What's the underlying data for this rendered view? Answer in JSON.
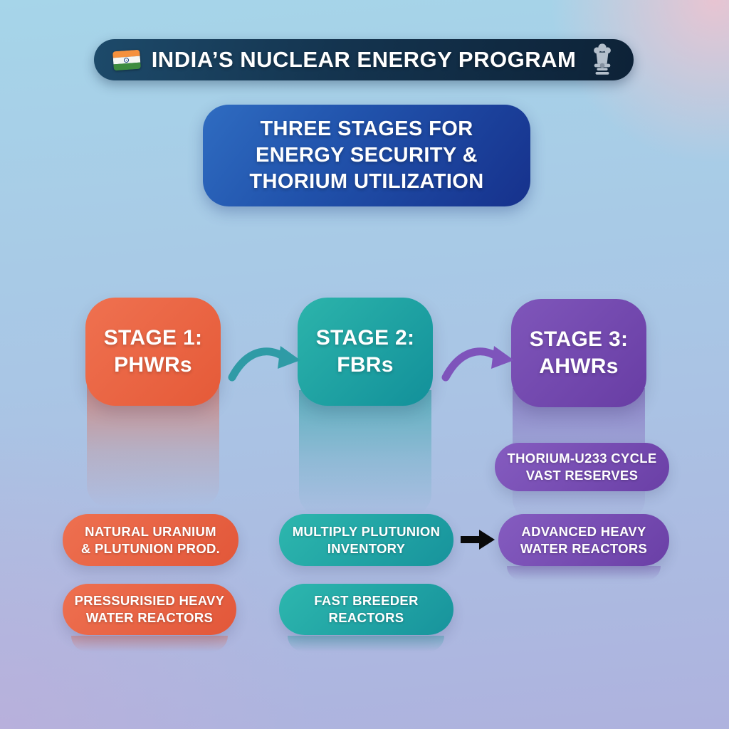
{
  "header": {
    "title": "INDIA’S NUCLEAR ENERGY PROGRAM",
    "flag_icon": "india-flag-icon",
    "emblem_icon": "ashoka-emblem-icon"
  },
  "banner": {
    "line1": "THREE STAGES FOR",
    "line2": "ENERGY SECURITY &",
    "line3": "THORIUM UTILIZATION"
  },
  "stages": [
    {
      "label": "STAGE 1:",
      "name": "PHWRs",
      "color": "#e8613c"
    },
    {
      "label": "STAGE 2:",
      "name": "FBRs",
      "color": "#1b9e9e"
    },
    {
      "label": "STAGE 3:",
      "name": "AHWRs",
      "color": "#7348ae"
    }
  ],
  "pills": {
    "thorium": {
      "line1": "THORIUM-U233 CYCLE",
      "line2": "VAST RESERVES"
    },
    "natural": {
      "line1": "NATURAL URANIUM",
      "line2": "& PLUTUNION PROD."
    },
    "multiply": {
      "line1": "MULTIPLY PLUTUNION",
      "line2": "INVENTORY"
    },
    "advanced": {
      "line1": "ADVANCED HEAVY",
      "line2": "WATER REACTORS"
    },
    "pressurised": {
      "line1": "PRESSURISIED HEAVY",
      "line2": "WATER REACTORS"
    },
    "fastbreeder": {
      "line1": "FAST BREEDER",
      "line2": "REACTORS"
    }
  },
  "icons": {
    "arrow_stage1_to_2": "curved-arrow-teal",
    "arrow_stage2_to_3": "curved-arrow-purple",
    "arrow_pills": "black-right-arrow"
  },
  "colors": {
    "background_top": "#a6d5e9",
    "background_bottom": "#aeb2de",
    "header_pill": "#14344f",
    "banner_blue": "#1d4aa6",
    "stage1_orange": "#e8613c",
    "stage2_teal": "#1b9e9e",
    "stage3_purple": "#7348ae",
    "arrow_teal": "#2f9ba6",
    "arrow_purple": "#7e54bb",
    "arrow_black": "#0a0a0a"
  }
}
